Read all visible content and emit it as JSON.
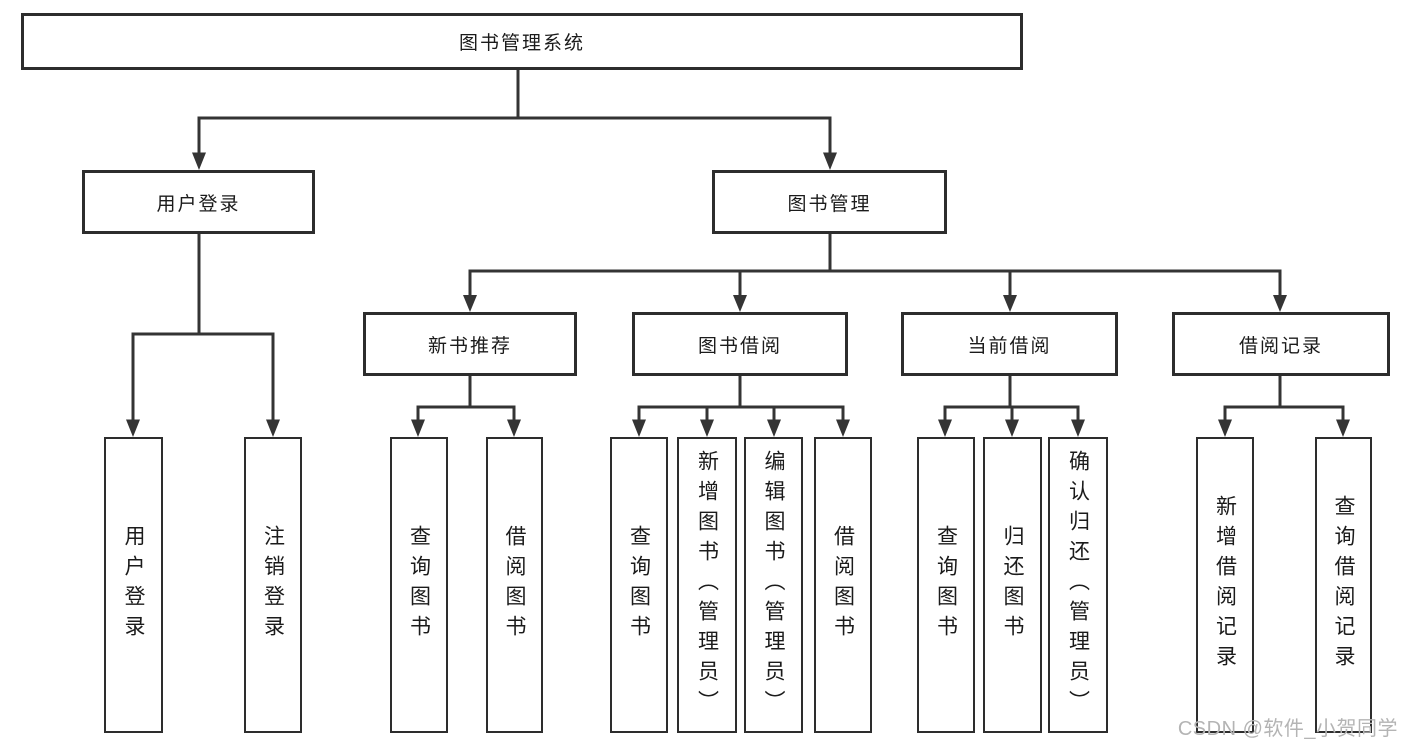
{
  "watermark": "CSDN @软件_小贺同学",
  "colors": {
    "line": "#343434",
    "box_border": "#2d2d2d",
    "text": "#1b1b1b",
    "watermark": "#b4b4b4",
    "background": "#ffffff"
  },
  "tree": {
    "root": {
      "label": "图书管理系统"
    },
    "branches": [
      {
        "label": "用户登录",
        "children": [
          "用户登录",
          "注销登录"
        ]
      },
      {
        "label": "图书管理",
        "sections": [
          {
            "label": "新书推荐",
            "children": [
              "查询图书",
              "借阅图书"
            ]
          },
          {
            "label": "图书借阅",
            "children": [
              "查询图书",
              "新增图书（管理员）",
              "编辑图书（管理员）",
              "借阅图书"
            ]
          },
          {
            "label": "当前借阅",
            "children": [
              "查询图书",
              "归还图书",
              "确认归还（管理员）"
            ]
          },
          {
            "label": "借阅记录",
            "children": [
              "新增借阅记录",
              "查询借阅记录"
            ]
          }
        ]
      }
    ]
  }
}
